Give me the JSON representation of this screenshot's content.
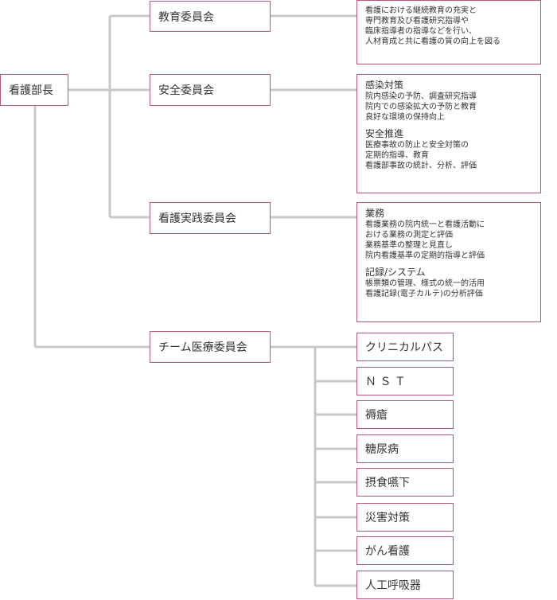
{
  "root": {
    "label": "看護部長"
  },
  "committees": [
    {
      "label": "教育委員会",
      "sections": [
        {
          "heading": "",
          "lines": [
            "看護における継続教育の充実と",
            "専門教育及び看護研究指導や",
            "臨床指導者の指導などを行い、",
            "人材育成と共に看護の質の向上を図る"
          ]
        }
      ]
    },
    {
      "label": "安全委員会",
      "sections": [
        {
          "heading": "感染対策",
          "lines": [
            "院内感染の予防、調査研究指導",
            "院内での感染拡大の予防と教育",
            "良好な環境の保持向上"
          ]
        },
        {
          "heading": "安全推進",
          "lines": [
            "医療事故の防止と安全対策の",
            "定期的指導、教育",
            "看護部事故の統計、分析、評価"
          ]
        }
      ]
    },
    {
      "label": "看護実践委員会",
      "sections": [
        {
          "heading": "業務",
          "lines": [
            "看護業務の院内統一と看護活動に",
            "おける業務の測定と評価",
            "業務基準の整理と見直し",
            "院内看護基準の定期的指導と評価"
          ]
        },
        {
          "heading": "記録/システム",
          "lines": [
            "帳票類の管理、様式の統一的活用",
            "看護記録(電子カルテ)の分析評価"
          ]
        }
      ]
    },
    {
      "label": "チーム医療委員会",
      "teams": [
        "クリニカルパス",
        "Ｎ Ｓ Ｔ",
        "褥瘡",
        "糖尿病",
        "摂食嚥下",
        "災害対策",
        "がん看護",
        "人工呼吸器"
      ]
    }
  ],
  "colors": {
    "border": "#b0577a",
    "connector": "#c8c8c8",
    "text": "#333333"
  }
}
